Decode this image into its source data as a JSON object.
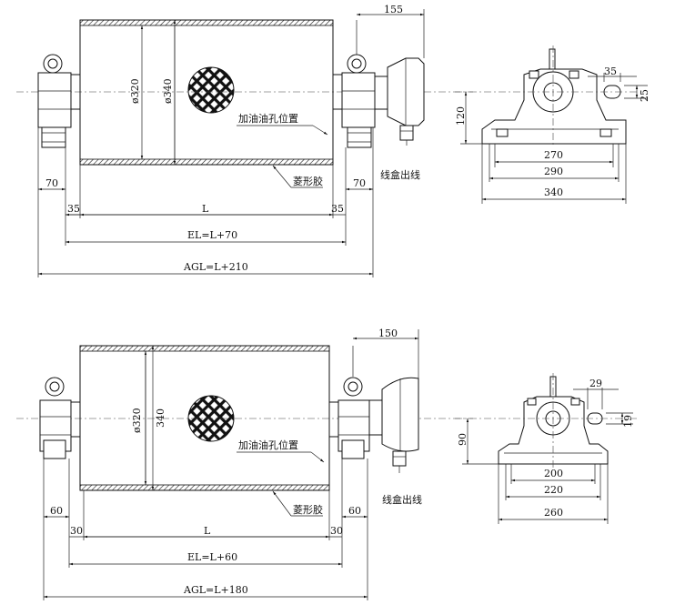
{
  "drawing1": {
    "top_width": "155",
    "dia_inner": "ø320",
    "dia_outer": "ø340",
    "oil_hole_label": "加油油孔位置",
    "rubber_label": "菱形胶",
    "junction_label": "线盒出线",
    "left_end": "70",
    "right_end": "70",
    "left_gap": "35",
    "right_gap": "35",
    "length": "L",
    "el": "EL=L+70",
    "agl": "AGL=L+210",
    "side": {
      "d35": "35",
      "d25": "25",
      "h120": "120",
      "w270": "270",
      "w290": "290",
      "w340": "340"
    }
  },
  "drawing2": {
    "top_width": "150",
    "dia_inner": "ø320",
    "dia_outer": "340",
    "oil_hole_label": "加油油孔位置",
    "rubber_label": "菱形胶",
    "junction_label": "线盒出线",
    "left_end": "60",
    "right_end": "60",
    "left_gap": "30",
    "right_gap": "30",
    "length": "L",
    "el": "EL=L+60",
    "agl": "AGL=L+180",
    "side": {
      "d29": "29",
      "d19": "19",
      "h90": "90",
      "w200": "200",
      "w220": "220",
      "w260": "260"
    }
  }
}
